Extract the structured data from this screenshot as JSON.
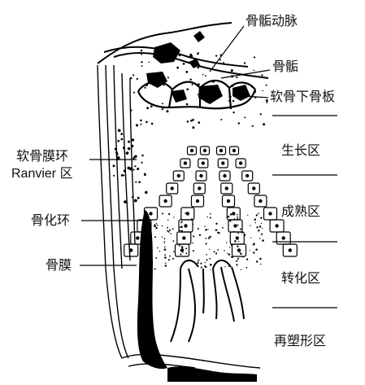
{
  "labels": {
    "epiphyseal_artery": "骨骺动脉",
    "epiphysis": "骨骺",
    "subchondral_plate": "软骨下骨板",
    "ranvier_zone_line1": "软骨膜环",
    "ranvier_zone_line2": "Ranvier 区",
    "ossification_ring": "骨化环",
    "periosteum": "骨膜"
  },
  "zones": {
    "growth": "生长区",
    "maturation": "成熟区",
    "transformation": "转化区",
    "remodeling": "再塑形区"
  }
}
